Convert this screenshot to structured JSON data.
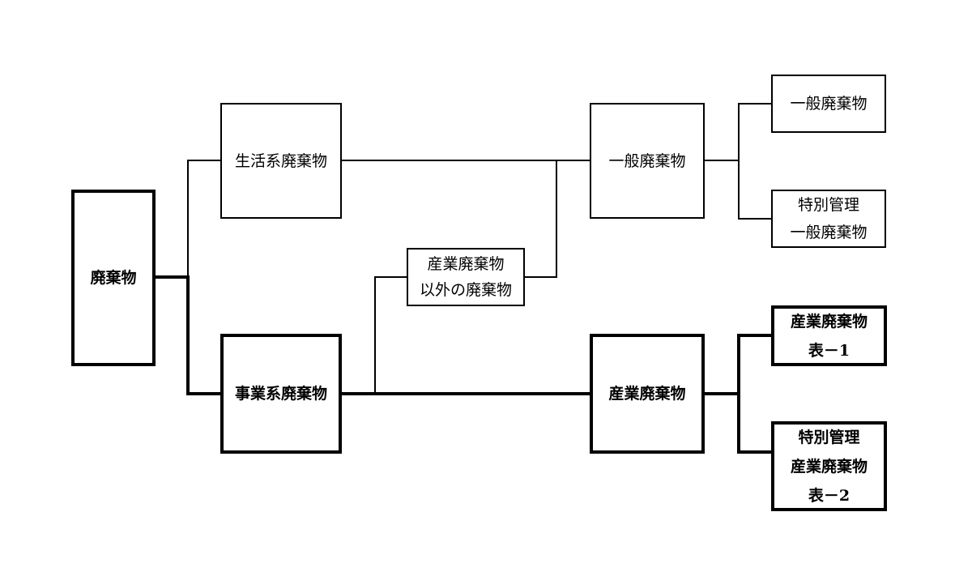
{
  "nodes": {
    "haikibutsu": {
      "lines": [
        "廃棄物"
      ]
    },
    "seikatsu": {
      "lines": [
        "生活系廃棄物"
      ]
    },
    "jigyo": {
      "lines": [
        "事業系廃棄物"
      ]
    },
    "sangyo_igai": {
      "lines": [
        "産業廃棄物",
        "以外の廃棄物"
      ]
    },
    "ippan": {
      "lines": [
        "一般廃棄物"
      ]
    },
    "sangyo": {
      "lines": [
        "産業廃棄物"
      ]
    },
    "ippan_right": {
      "lines": [
        "一般廃棄物"
      ]
    },
    "tokubetsu_ippan": {
      "lines": [
        "特別管理",
        "一般廃棄物"
      ]
    },
    "sangyo_right": {
      "lines": [
        "産業廃棄物",
        "表－1"
      ]
    },
    "tokubetsu_sangyo": {
      "lines": [
        "特別管理",
        "産業廃棄物",
        "表－2"
      ]
    }
  }
}
